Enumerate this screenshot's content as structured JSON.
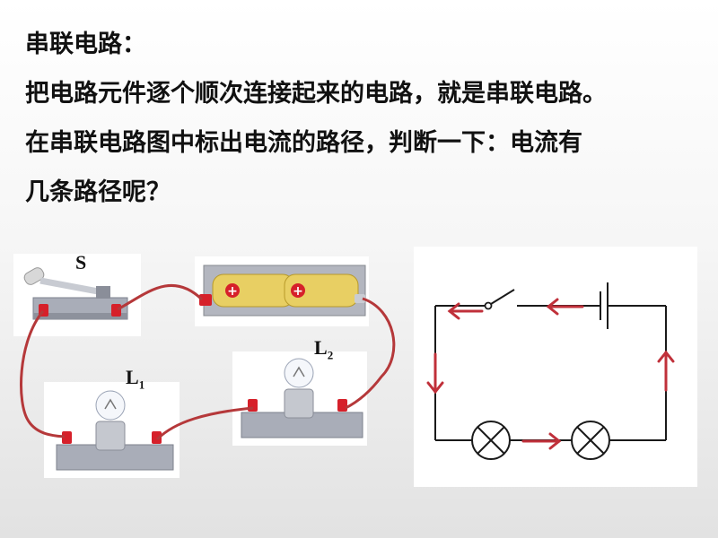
{
  "text": {
    "line1": "串联电路：",
    "line2": "把电路元件逐个顺次连接起来的电路，就是串联电路。",
    "line3": "在串联电路图中标出电流的路径，判断一下：电流有",
    "line4": "几条路径呢？"
  },
  "labels": {
    "switch": "S",
    "bulb1_letter": "L",
    "bulb1_sub": "1",
    "bulb2_letter": "L",
    "bulb2_sub": "2"
  },
  "colors": {
    "wire": "#b5383a",
    "arrow": "#c0303a",
    "schematic_line": "#1a1a1a",
    "battery": "#e8cf63",
    "base": "#a9adb8"
  }
}
